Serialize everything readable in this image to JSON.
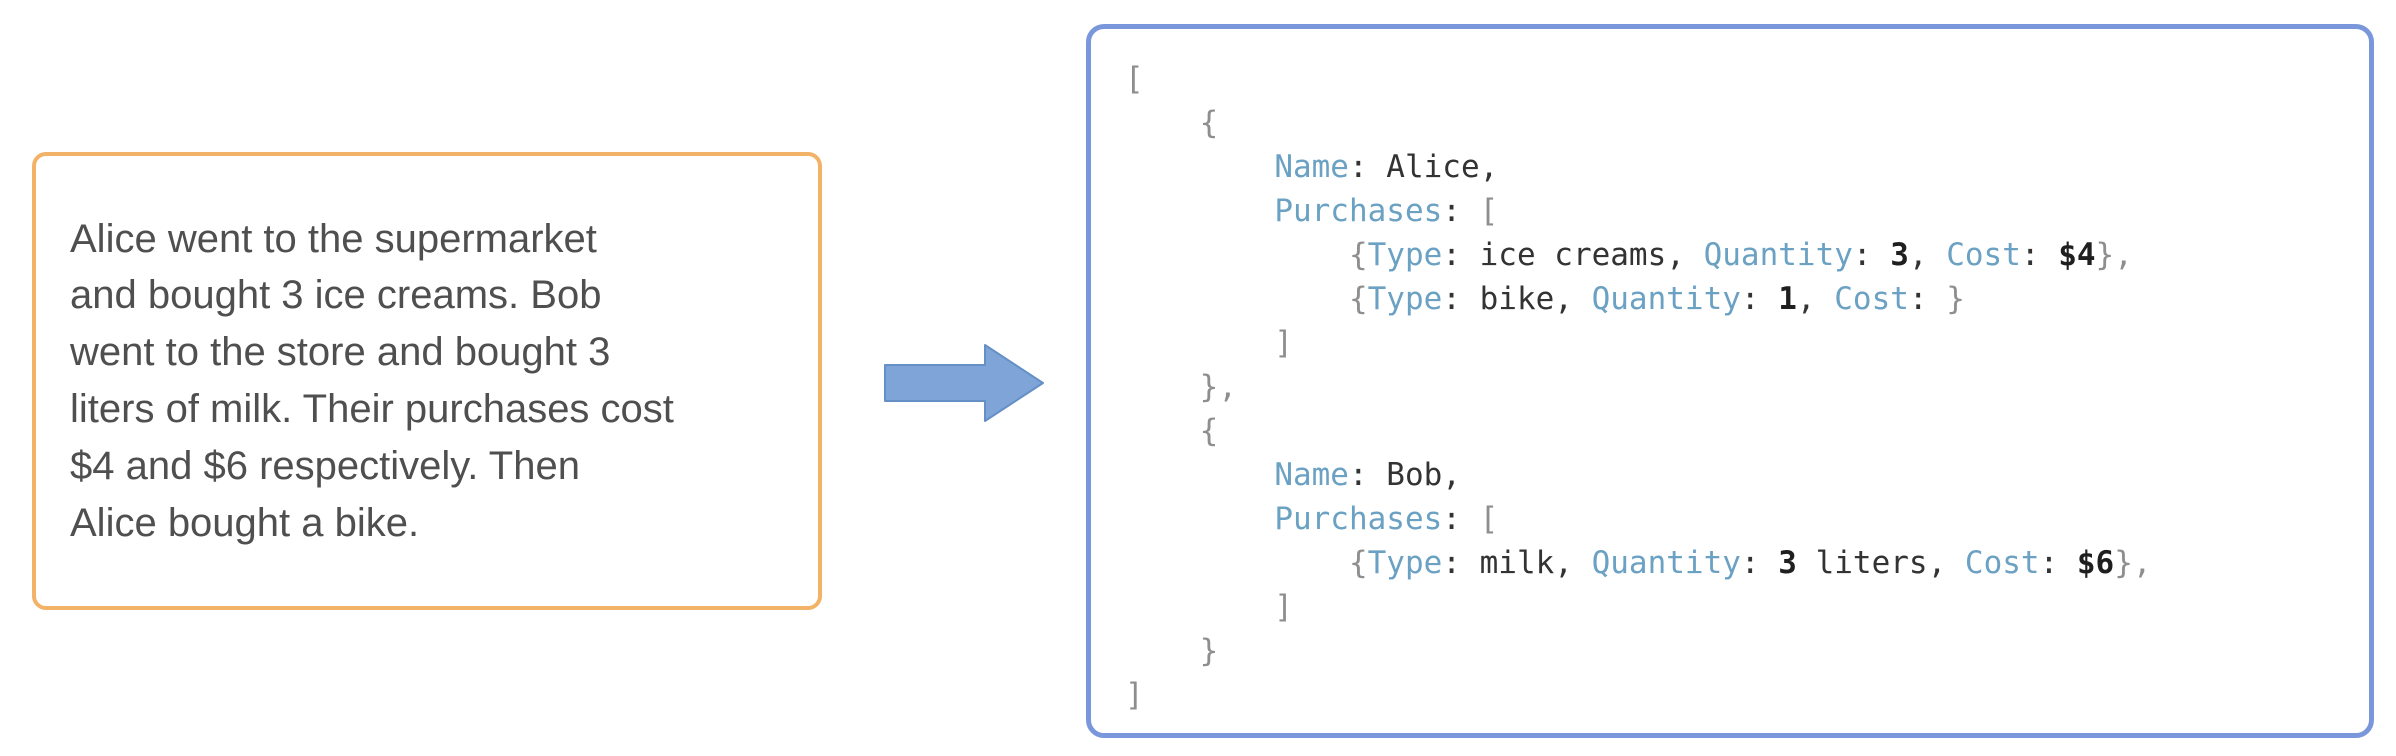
{
  "colors": {
    "input_border": "#f2b267",
    "output_border": "#7b97dc",
    "arrow_fill": "#7fa5d8",
    "arrow_stroke": "#6490c5",
    "code_key": "#6ba1c2",
    "code_value": "#333333",
    "code_punct": "#8e8e8e",
    "code_bold": "#1f1f1f",
    "input_text": "#4f4f4f"
  },
  "input_panel": {
    "text": "Alice went to the supermarket\nand bought 3 ice creams. Bob\nwent to the store and bought 3\nliters of milk. Their purchases cost\n$4 and $6 respectively. Then\nAlice bought a bike."
  },
  "arrow": {
    "icon": "right-block-arrow"
  },
  "output_panel": {
    "lines": [
      [
        {
          "c": "p",
          "t": "["
        }
      ],
      [
        {
          "c": "p",
          "t": "    {"
        }
      ],
      [
        {
          "c": "v",
          "t": "        "
        },
        {
          "c": "k",
          "t": "Name"
        },
        {
          "c": "v",
          "t": ": Alice,"
        }
      ],
      [
        {
          "c": "v",
          "t": "        "
        },
        {
          "c": "k",
          "t": "Purchases"
        },
        {
          "c": "v",
          "t": ": "
        },
        {
          "c": "p",
          "t": "["
        }
      ],
      [
        {
          "c": "p",
          "t": "            {"
        },
        {
          "c": "k",
          "t": "Type"
        },
        {
          "c": "v",
          "t": ": ice creams, "
        },
        {
          "c": "k",
          "t": "Quantity"
        },
        {
          "c": "v",
          "t": ": "
        },
        {
          "c": "b",
          "t": "3"
        },
        {
          "c": "v",
          "t": ", "
        },
        {
          "c": "k",
          "t": "Cost"
        },
        {
          "c": "v",
          "t": ": "
        },
        {
          "c": "b",
          "t": "$4"
        },
        {
          "c": "p",
          "t": "},"
        }
      ],
      [
        {
          "c": "p",
          "t": "            {"
        },
        {
          "c": "k",
          "t": "Type"
        },
        {
          "c": "v",
          "t": ": bike, "
        },
        {
          "c": "k",
          "t": "Quantity"
        },
        {
          "c": "v",
          "t": ": "
        },
        {
          "c": "b",
          "t": "1"
        },
        {
          "c": "v",
          "t": ", "
        },
        {
          "c": "k",
          "t": "Cost"
        },
        {
          "c": "v",
          "t": ": "
        },
        {
          "c": "p",
          "t": "}"
        }
      ],
      [
        {
          "c": "p",
          "t": "        ]"
        }
      ],
      [
        {
          "c": "p",
          "t": "    },"
        }
      ],
      [
        {
          "c": "p",
          "t": "    {"
        }
      ],
      [
        {
          "c": "v",
          "t": "        "
        },
        {
          "c": "k",
          "t": "Name"
        },
        {
          "c": "v",
          "t": ": Bob,"
        }
      ],
      [
        {
          "c": "v",
          "t": "        "
        },
        {
          "c": "k",
          "t": "Purchases"
        },
        {
          "c": "v",
          "t": ": "
        },
        {
          "c": "p",
          "t": "["
        }
      ],
      [
        {
          "c": "p",
          "t": "            {"
        },
        {
          "c": "k",
          "t": "Type"
        },
        {
          "c": "v",
          "t": ": milk, "
        },
        {
          "c": "k",
          "t": "Quantity"
        },
        {
          "c": "v",
          "t": ": "
        },
        {
          "c": "b",
          "t": "3"
        },
        {
          "c": "v",
          "t": " liters, "
        },
        {
          "c": "k",
          "t": "Cost"
        },
        {
          "c": "v",
          "t": ": "
        },
        {
          "c": "b",
          "t": "$6"
        },
        {
          "c": "p",
          "t": "},"
        }
      ],
      [
        {
          "c": "p",
          "t": "        ]"
        }
      ],
      [
        {
          "c": "p",
          "t": "    }"
        }
      ],
      [
        {
          "c": "p",
          "t": "]"
        }
      ]
    ]
  }
}
